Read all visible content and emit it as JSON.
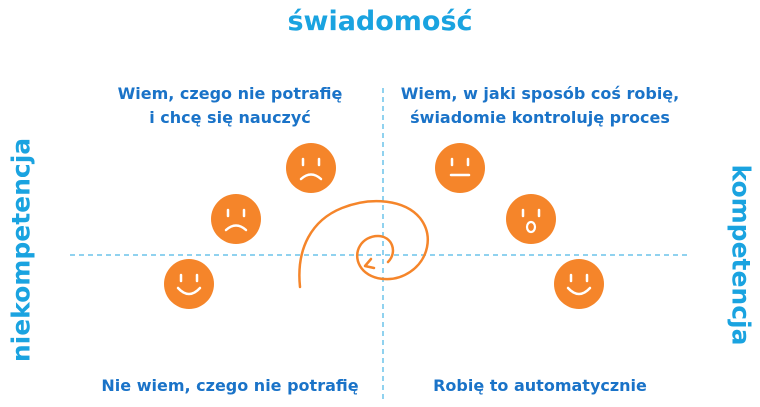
{
  "top_label": "świadomość",
  "left_label": "niekompetencja",
  "right_label": "kompetencja",
  "quadrants": {
    "top_left": [
      "Wiem, czego nie potrafię",
      "i chcę się nauczyć"
    ],
    "top_right": [
      "Wiem, w jaki sposób coś robię,",
      "świadomie kontroluję proces"
    ],
    "bottom_left": "Nie wiem, czego nie potrafię",
    "bottom_right": "Robię to automatycznie"
  },
  "colors": {
    "accent_blue": "#1aa3e0",
    "text_blue": "#1a73c8",
    "face_orange": "#f5852a",
    "axis_dashed": "#6cc3ea"
  },
  "faces": [
    {
      "name": "smiling-face-icon",
      "mood": "happy"
    },
    {
      "name": "sad-face-icon",
      "mood": "sad"
    },
    {
      "name": "sad-face-icon",
      "mood": "sad"
    },
    {
      "name": "neutral-face-icon",
      "mood": "neutral"
    },
    {
      "name": "surprised-face-icon",
      "mood": "surprised"
    },
    {
      "name": "smiling-face-icon",
      "mood": "happy"
    }
  ]
}
